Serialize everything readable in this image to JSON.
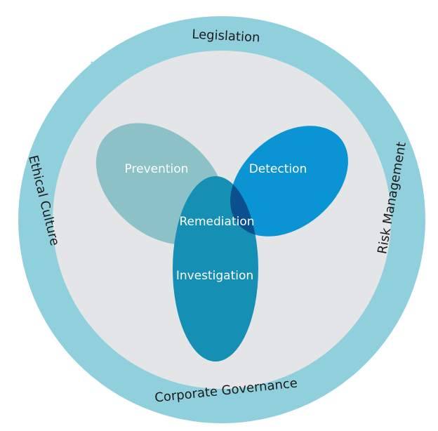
{
  "ring_labels": {
    "top": "Legislation",
    "right": "Risk Management",
    "bottom": "Corporate Governance",
    "left": "Ethical Culture"
  },
  "petals": {
    "prevention": "Prevention",
    "detection": "Detection",
    "investigation": "Investigation",
    "remediation": "Remediation"
  },
  "colors": {
    "ring_stroke": "#8fd0dc",
    "inner_fill": "#e4e5e7",
    "prevention": "#8cc1c8",
    "detection": "#0a94d3",
    "investigation": "#158fb4",
    "remediation": "#0a4f8e",
    "label_text": "#1a1a1a",
    "petal_text": "#ffffff"
  }
}
